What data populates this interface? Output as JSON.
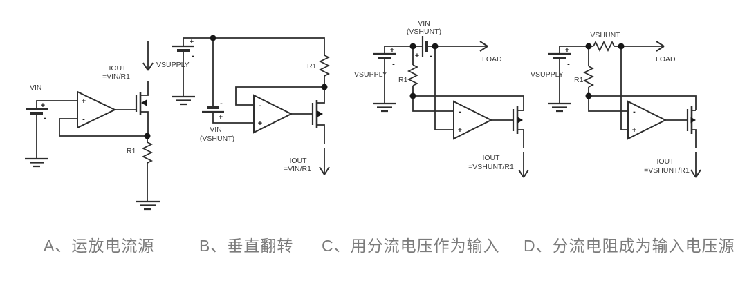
{
  "figure": {
    "background": "#ffffff",
    "colors": {
      "wire": "#2d2d2d",
      "label": "#3a3a3a",
      "caption": "#7b7b7b"
    }
  },
  "symbols": {
    "plus": "+",
    "minus": "-"
  },
  "circuit_a": {
    "vin": "VIN",
    "iout1": "IOUT",
    "iout2": "=VIN/R1",
    "vsupply": "VSUPPLY",
    "r1": "R1"
  },
  "circuit_b": {
    "vin1": "VIN",
    "vin2": "(VSHUNT)",
    "r1": "R1",
    "iout1": "IOUT",
    "iout2": "=VIN/R1"
  },
  "circuit_c": {
    "vin1": "VIN",
    "vin2": "(VSHUNT)",
    "vsupply": "VSUPPLY",
    "load": "LOAD",
    "r1": "R1",
    "iout1": "IOUT",
    "iout2": "=VSHUNT/R1"
  },
  "circuit_d": {
    "vshunt": "VSHUNT",
    "vsupply": "VSUPPLY",
    "load": "LOAD",
    "r1": "R1",
    "iout1": "IOUT",
    "iout2": "=VSHUNT/R1"
  },
  "captions": {
    "a": "A、运放电流源",
    "b": "B、垂直翻转",
    "c": "C、用分流电压作为输入",
    "d": "D、分流电阻成为输入电压源"
  }
}
